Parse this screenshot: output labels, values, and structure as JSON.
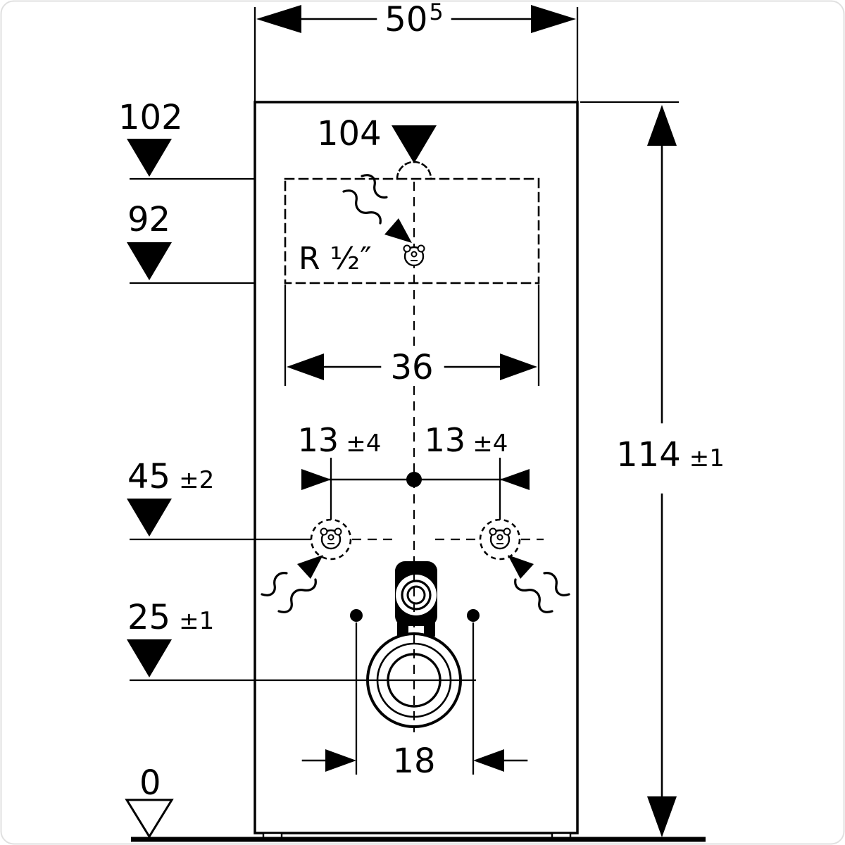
{
  "labels": {
    "width_top": {
      "num": "50",
      "sup": "5"
    },
    "height_right": {
      "num": "114",
      "tol": "±1"
    },
    "level_102": "102",
    "level_92": "92",
    "level_104": "104",
    "level_45": {
      "num": "45",
      "tol": "±2"
    },
    "level_25": {
      "num": "25",
      "tol": "±1"
    },
    "level_0": "0",
    "width_inlet_zone": "36",
    "offset_left": {
      "num": "13",
      "tol": "±4"
    },
    "offset_right": {
      "num": "13",
      "tol": "±4"
    },
    "outlet_spacing": "18",
    "thread": "R ½″"
  },
  "colors": {
    "line": "#000000",
    "background": "#ffffff",
    "frame": "#e0e0e0"
  }
}
